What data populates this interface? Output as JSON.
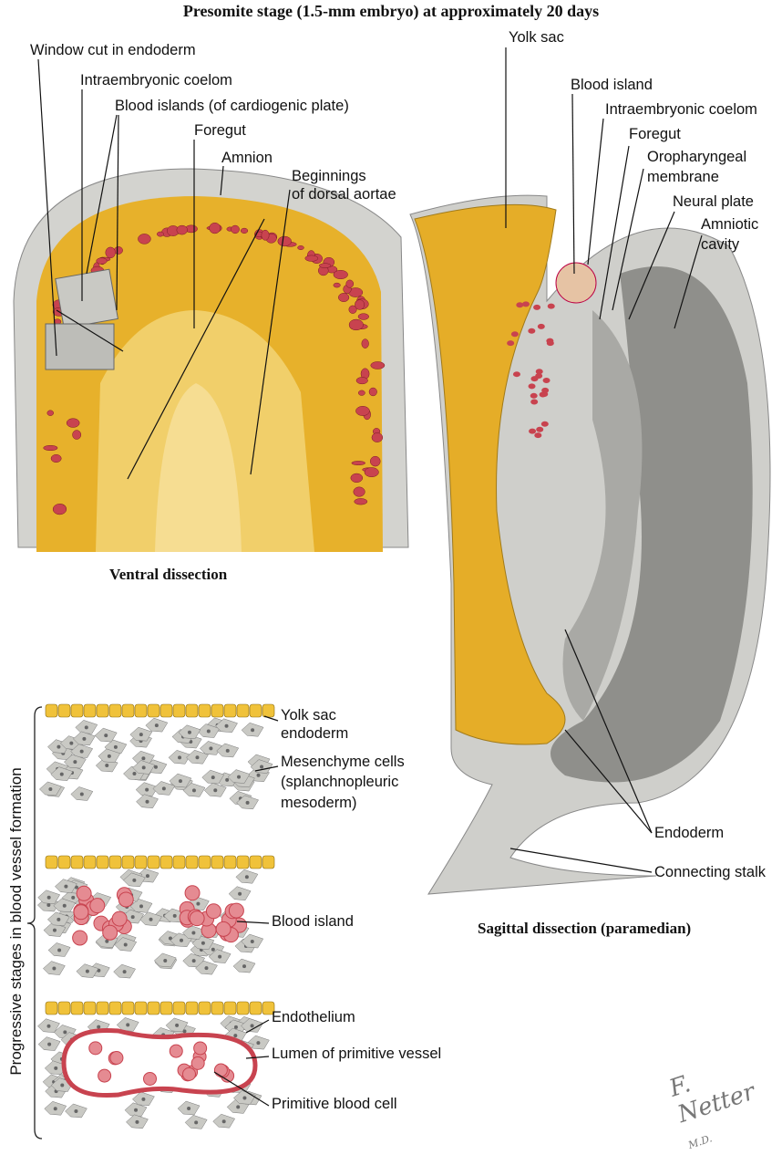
{
  "title": "Presomite stage (1.5-mm embryo) at approximately 20 days",
  "ventral": {
    "caption": "Ventral dissection",
    "labels": {
      "window": "Window cut in endoderm",
      "coelom": "Intraembryonic coelom",
      "blood_islands": "Blood islands (of cardiogenic plate)",
      "foregut": "Foregut",
      "amnion": "Amnion",
      "aortae_1": "Beginnings",
      "aortae_2": "of dorsal aortae"
    }
  },
  "sagittal": {
    "caption": "Sagittal dissection (paramedian)",
    "labels": {
      "yolk_sac": "Yolk sac",
      "blood_island": "Blood island",
      "coelom": "Intraembryonic coelom",
      "foregut": "Foregut",
      "oro_1": "Oropharyngeal",
      "oro_2": "membrane",
      "neural_plate": "Neural plate",
      "amniotic_1": "Amniotic",
      "amniotic_2": "cavity",
      "endoderm": "Endoderm",
      "stalk": "Connecting stalk"
    }
  },
  "stages": {
    "side_label": "Progressive stages in blood vessel formation",
    "labels": {
      "yse_1": "Yolk sac",
      "yse_2": "endoderm",
      "mes_1": "Mesenchyme cells",
      "mes_2": "(splanchnopleuric",
      "mes_3": "mesoderm)",
      "blood_island": "Blood island",
      "endothelium": "Endothelium",
      "lumen": "Lumen of primitive vessel",
      "blood_cell": "Primitive blood cell"
    }
  },
  "signature": "F. Netter M.D.",
  "colors": {
    "gold": "#e8b12c",
    "gray": "#c9c9c4",
    "red": "#c8434f",
    "cell_yellow": "#f0c23a"
  }
}
